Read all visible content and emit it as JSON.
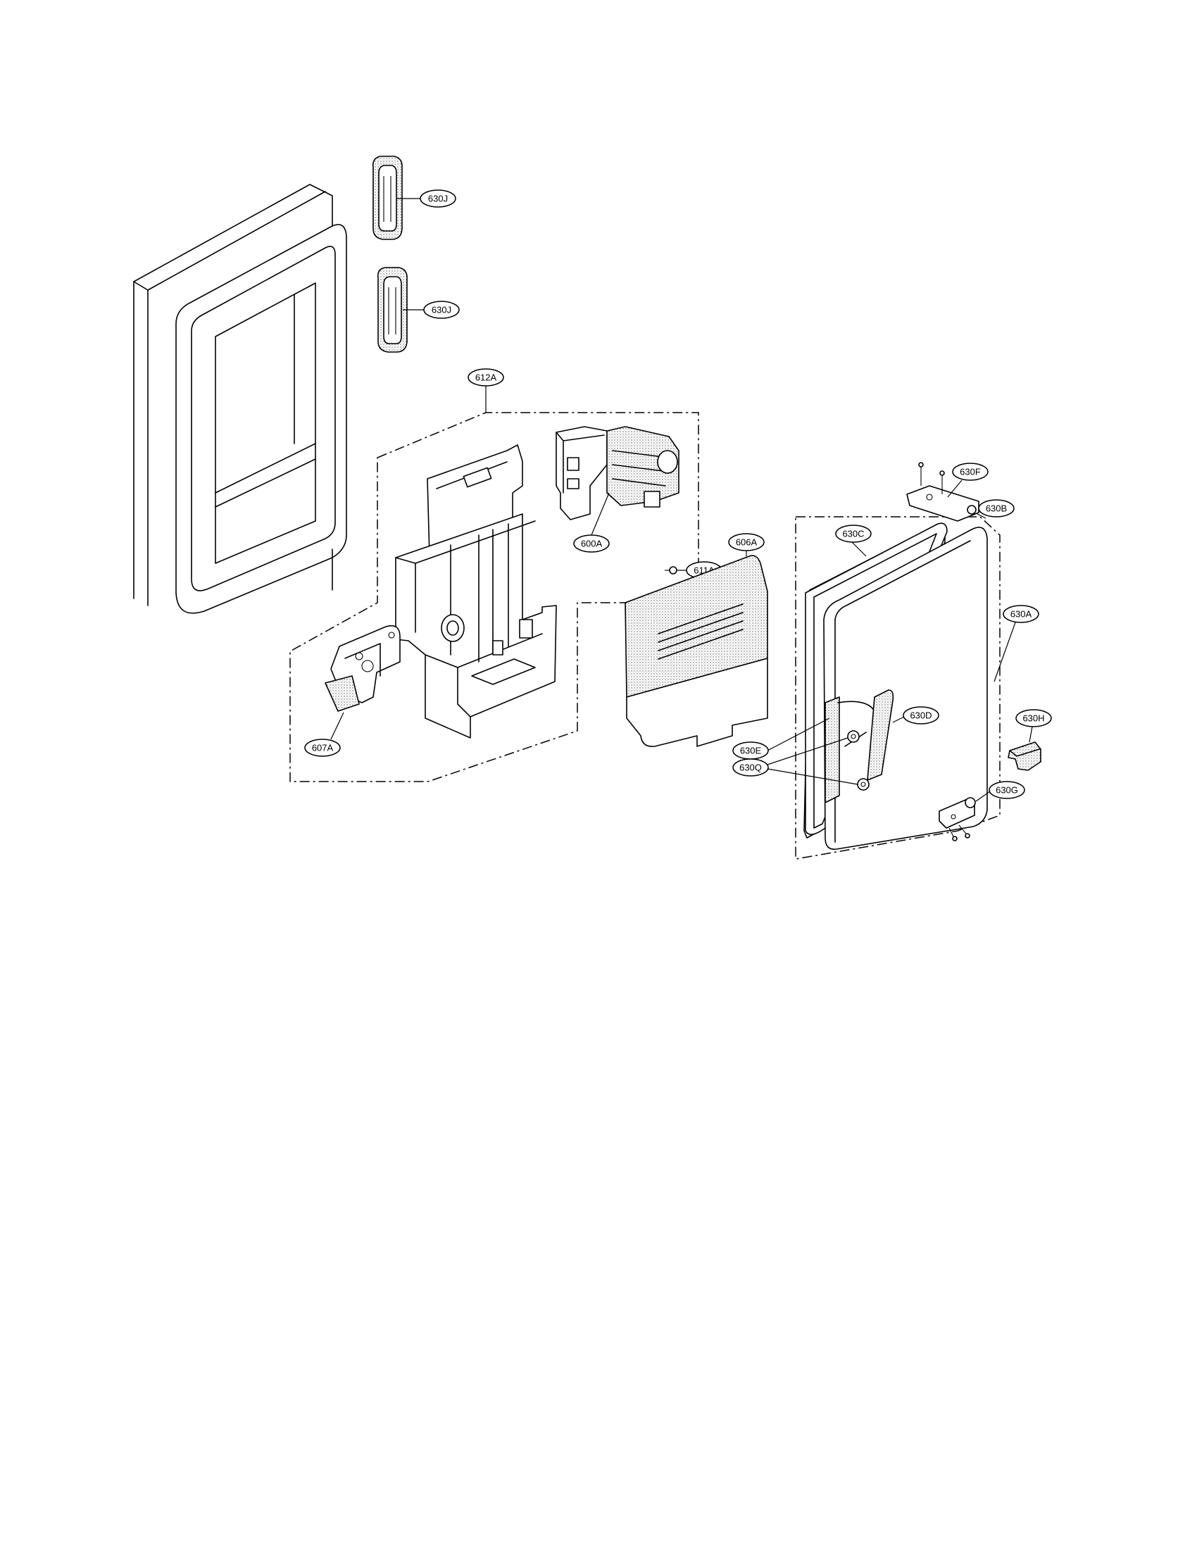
{
  "diagram": {
    "callouts": [
      {
        "id": "c-630j-upper",
        "text": "630J"
      },
      {
        "id": "c-630j-lower",
        "text": "630J"
      },
      {
        "id": "c-612a",
        "text": "612A"
      },
      {
        "id": "c-600a",
        "text": "600A"
      },
      {
        "id": "c-607a",
        "text": "607A"
      },
      {
        "id": "c-611a",
        "text": "611A"
      },
      {
        "id": "c-606a",
        "text": "606A"
      },
      {
        "id": "c-630f",
        "text": "630F"
      },
      {
        "id": "c-630b",
        "text": "630B"
      },
      {
        "id": "c-630c",
        "text": "630C"
      },
      {
        "id": "c-630a",
        "text": "630A"
      },
      {
        "id": "c-630h",
        "text": "630H"
      },
      {
        "id": "c-630d",
        "text": "630D"
      },
      {
        "id": "c-630e",
        "text": "630E"
      },
      {
        "id": "c-630q",
        "text": "630Q"
      },
      {
        "id": "c-630g",
        "text": "630G"
      }
    ]
  }
}
